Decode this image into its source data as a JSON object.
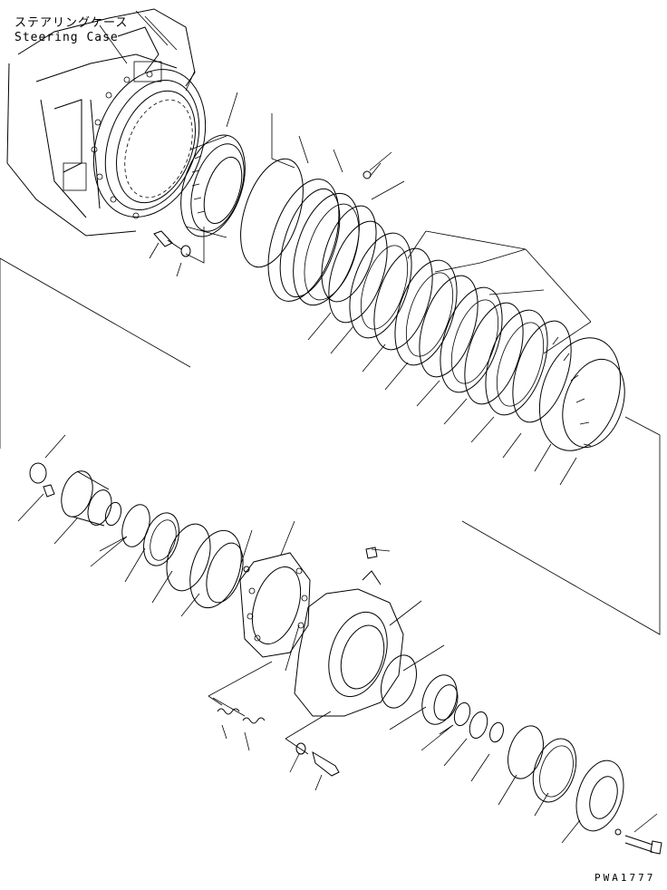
{
  "diagram": {
    "title_jp": "ステアリングケース",
    "title_en": "Steering Case",
    "part_code": "PWA1777",
    "ink_color": "#000000",
    "background_color": "#ffffff"
  }
}
